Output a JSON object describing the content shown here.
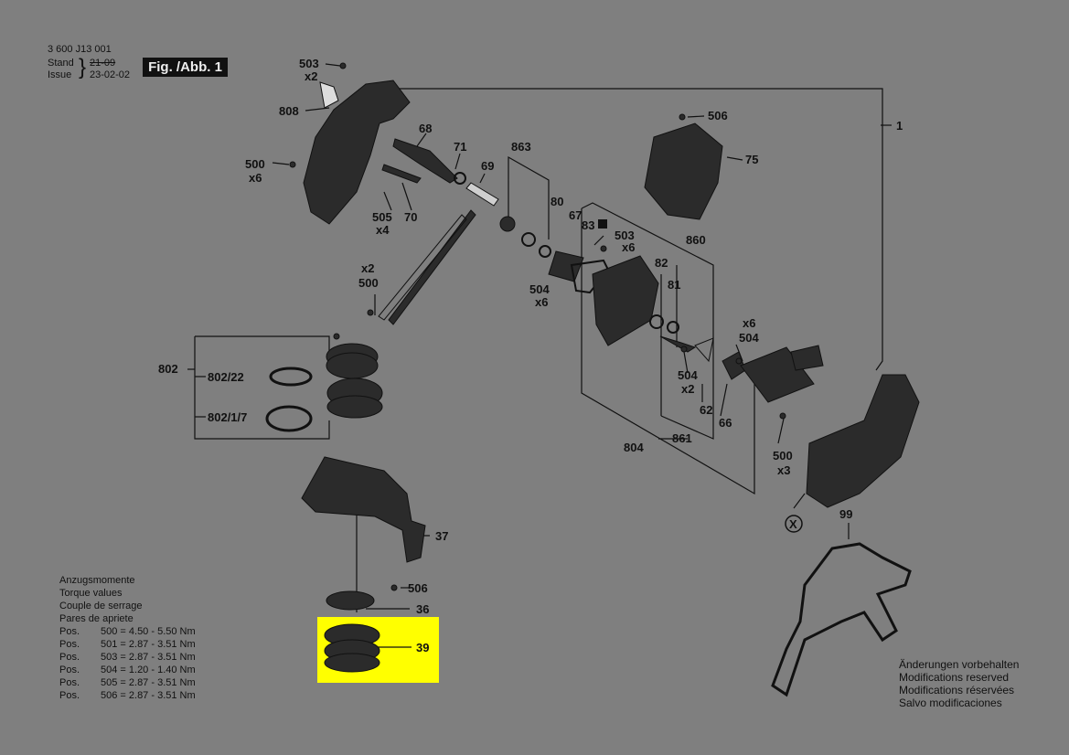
{
  "header": {
    "doc_number": "3 600 J13 001",
    "stand_label": "Stand",
    "issue_label": "Issue",
    "stand_value": "21-09",
    "issue_value": "23-02-02",
    "figure_label": "Fig. /Abb. 1"
  },
  "parts": {
    "p503_top": "503",
    "p503_top_qty": "x2",
    "p808": "808",
    "p500_left": "500",
    "p500_left_qty": "x6",
    "p68": "68",
    "p71": "71",
    "p69": "69",
    "p505": "505",
    "p505_qty": "x4",
    "p70": "70",
    "p863": "863",
    "p80": "80",
    "p67": "67",
    "p83": "83",
    "p503_mid": "503",
    "p503_mid_qty": "x6",
    "p860": "860",
    "p506_top": "506",
    "p75": "75",
    "p1": "1",
    "p500_mid_qty": "x2",
    "p500_mid": "500",
    "p82": "82",
    "p81": "81",
    "p504_left": "504",
    "p504_left_qty": "x6",
    "p504_right_qty": "x6",
    "p504_right": "504",
    "p802": "802",
    "p802_22": "802/22",
    "p802_1_7": "802/1/7",
    "p504_bottom": "504",
    "p504_bottom_qty": "x2",
    "p62": "62",
    "p66": "66",
    "p804": "804",
    "p861": "861",
    "p500_right": "500",
    "p500_right_qty": "x3",
    "pX": "X",
    "p99": "99",
    "p37": "37",
    "p506_bottom": "506",
    "p36": "36",
    "p39": "39"
  },
  "torque": {
    "title_de": "Anzugsmomente",
    "title_en": "Torque values",
    "title_fr": "Couple de serrage",
    "title_es": "Pares de apriete",
    "rows": [
      {
        "pos": "Pos.",
        "value": "500 = 4.50 - 5.50 Nm"
      },
      {
        "pos": "Pos.",
        "value": "501 = 2.87 - 3.51 Nm"
      },
      {
        "pos": "Pos.",
        "value": "503 = 2.87 - 3.51 Nm"
      },
      {
        "pos": "Pos.",
        "value": "504 = 1.20 - 1.40 Nm"
      },
      {
        "pos": "Pos.",
        "value": "505 = 2.87 - 3.51 Nm"
      },
      {
        "pos": "Pos.",
        "value": "506 = 2.87 - 3.51 Nm"
      }
    ]
  },
  "modifications": {
    "de": "Änderungen vorbehalten",
    "en": "Modifications reserved",
    "fr": "Modifications réservées",
    "es": "Salvo modificaciones"
  },
  "colors": {
    "background": "#7f7f7f",
    "highlight": "#ffff00",
    "line": "#111111"
  }
}
